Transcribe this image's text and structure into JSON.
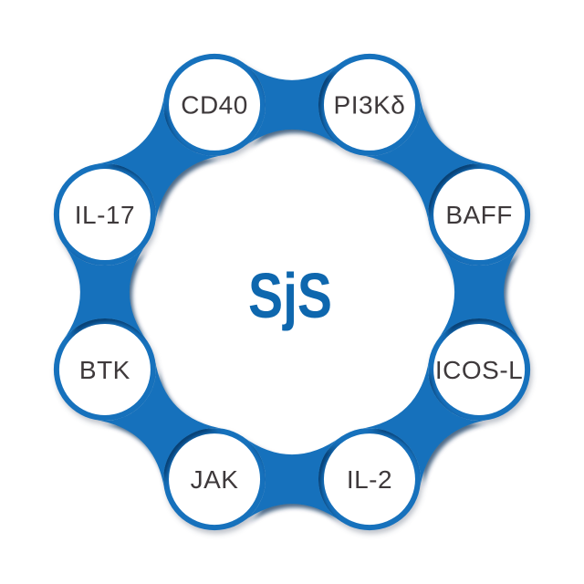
{
  "diagram": {
    "center_label": "SjS",
    "nodes": [
      {
        "label": "CD40",
        "angle_deg": -112.5
      },
      {
        "label": "PI3Kδ",
        "angle_deg": -67.5
      },
      {
        "label": "BAFF",
        "angle_deg": -22.5
      },
      {
        "label": "ICOS-L",
        "angle_deg": 22.5
      },
      {
        "label": "IL-2",
        "angle_deg": 67.5
      },
      {
        "label": "JAK",
        "angle_deg": 112.5
      },
      {
        "label": "BTK",
        "angle_deg": 157.5
      },
      {
        "label": "IL-17",
        "angle_deg": -157.5
      }
    ],
    "colors": {
      "ring_blue": "#1371BC",
      "center_text_blue": "#0E67AE",
      "label_text": "#3E393B",
      "junction_shadow": "#052C55",
      "outer_shadow": "#46526B",
      "background": "#FFFFFF",
      "node_fill": "#FFFFFF"
    }
  }
}
